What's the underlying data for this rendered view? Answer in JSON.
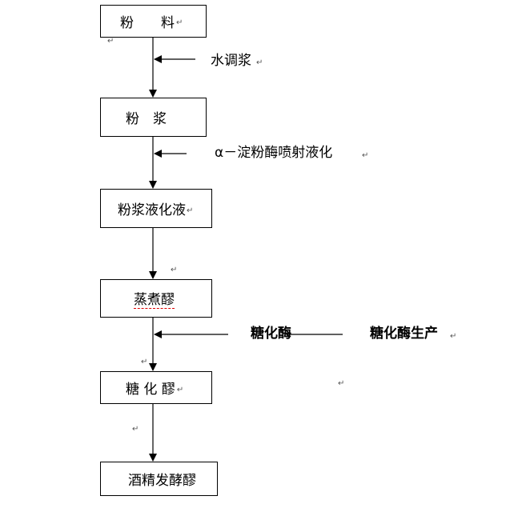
{
  "para_mark": "↵",
  "nodes": [
    {
      "id": "fenliao",
      "label": "粉　　料"
    },
    {
      "id": "fenjiang",
      "label": "粉　浆"
    },
    {
      "id": "yehua",
      "label": "粉浆液化液"
    },
    {
      "id": "zhengzhu",
      "label": "蒸煮醪"
    },
    {
      "id": "tanghua",
      "label": "糖 化 醪"
    },
    {
      "id": "jiujing",
      "label": "酒精发酵醪"
    }
  ],
  "inputs": [
    {
      "id": "water",
      "label": "水调浆"
    },
    {
      "id": "amylase",
      "label": "α－淀粉酶喷射液化"
    },
    {
      "id": "glucoamylase",
      "label": "糖化酶"
    },
    {
      "id": "glucoamylase_prod",
      "label": "糖化酶生产"
    }
  ]
}
